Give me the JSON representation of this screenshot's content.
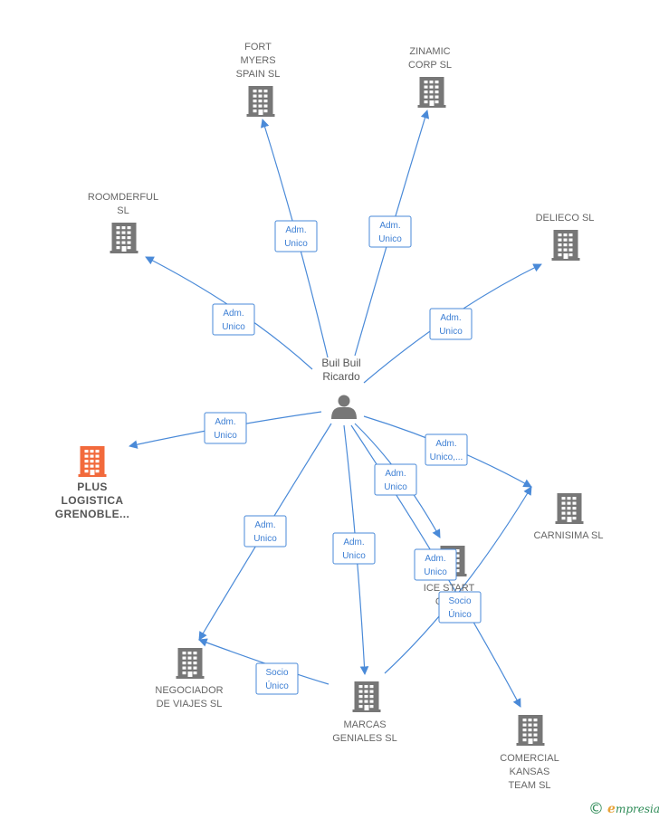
{
  "person": {
    "name_lines": [
      "Buil Buil",
      "Ricardo"
    ]
  },
  "companies": [
    {
      "id": "fort_myers",
      "lines": [
        "FORT",
        "MYERS",
        "SPAIN  SL"
      ],
      "color": "#777777"
    },
    {
      "id": "zinamic",
      "lines": [
        "ZINAMIC",
        "CORP  SL"
      ],
      "color": "#777777"
    },
    {
      "id": "roomderful",
      "lines": [
        "ROOMDERFUL",
        "SL"
      ],
      "color": "#777777"
    },
    {
      "id": "delieco",
      "lines": [
        "DELIECO  SL"
      ],
      "color": "#777777"
    },
    {
      "id": "plus_logistica",
      "lines": [
        "PLUS",
        "LOGISTICA",
        "GRENOBLE..."
      ],
      "color": "#f26a3c"
    },
    {
      "id": "carnisima",
      "lines": [
        "CARNISIMA  SL"
      ],
      "color": "#777777"
    },
    {
      "id": "ice_start",
      "lines": [
        "ICE START",
        "CAP..."
      ],
      "color": "#777777"
    },
    {
      "id": "negociador",
      "lines": [
        "NEGOCIADOR",
        "DE VIAJES SL"
      ],
      "color": "#777777"
    },
    {
      "id": "marcas",
      "lines": [
        "MARCAS",
        "GENIALES  SL"
      ],
      "color": "#777777"
    },
    {
      "id": "comercial",
      "lines": [
        "COMERCIAL",
        "KANSAS",
        "TEAM  SL"
      ],
      "color": "#777777"
    }
  ],
  "edges": [
    {
      "from": "person",
      "to": "fort_myers",
      "label": [
        "Adm.",
        "Unico"
      ]
    },
    {
      "from": "person",
      "to": "zinamic",
      "label": [
        "Adm.",
        "Unico"
      ]
    },
    {
      "from": "person",
      "to": "roomderful",
      "label": [
        "Adm.",
        "Unico"
      ]
    },
    {
      "from": "person",
      "to": "delieco",
      "label": [
        "Adm.",
        "Unico"
      ]
    },
    {
      "from": "person",
      "to": "plus_logistica",
      "label": [
        "Adm.",
        "Unico"
      ]
    },
    {
      "from": "person",
      "to": "carnisima",
      "label": [
        "Adm.",
        "Unico,..."
      ]
    },
    {
      "from": "person",
      "to": "ice_start",
      "label": [
        "Adm.",
        "Unico"
      ]
    },
    {
      "from": "person",
      "to": "comercial",
      "label": [
        "Adm.",
        "Unico"
      ]
    },
    {
      "from": "person",
      "to": "negociador",
      "label": [
        "Adm.",
        "Unico"
      ]
    },
    {
      "from": "person",
      "to": "marcas",
      "label": [
        "Adm.",
        "Unico"
      ]
    },
    {
      "from": "marcas",
      "to": "carnisima",
      "label": [
        "Socio",
        "Único"
      ]
    },
    {
      "from": "marcas",
      "to": "negociador",
      "label": [
        "Socio",
        "Único"
      ]
    }
  ],
  "colors": {
    "edge": "#4a8ad8",
    "building": "#777777",
    "highlight": "#f26a3c",
    "person_icon": "#777777"
  },
  "watermark": {
    "symbol": "©",
    "brand_initial": "e",
    "brand_rest": "mpresia"
  }
}
